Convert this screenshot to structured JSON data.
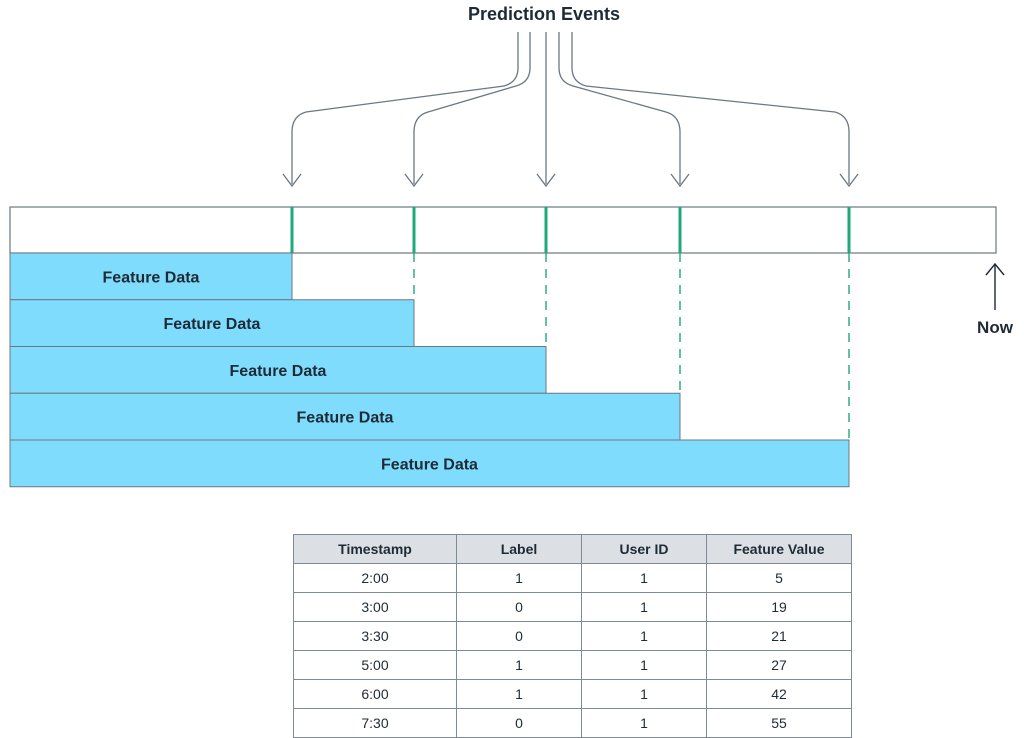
{
  "diagram": {
    "title": "Prediction Events",
    "now_label": "Now",
    "bar_label": "Feature Data",
    "event_count": 5,
    "colors": {
      "bar_fill": "#80dcfd",
      "event_tick": "#1fa87a",
      "outline": "#6b7882",
      "arrow": "#6b7882"
    }
  },
  "table": {
    "headers": [
      "Timestamp",
      "Label",
      "User ID",
      "Feature Value"
    ],
    "rows": [
      [
        "2:00",
        "1",
        "1",
        "5"
      ],
      [
        "3:00",
        "0",
        "1",
        "19"
      ],
      [
        "3:30",
        "0",
        "1",
        "21"
      ],
      [
        "5:00",
        "1",
        "1",
        "27"
      ],
      [
        "6:00",
        "1",
        "1",
        "42"
      ],
      [
        "7:30",
        "0",
        "1",
        "55"
      ]
    ]
  }
}
